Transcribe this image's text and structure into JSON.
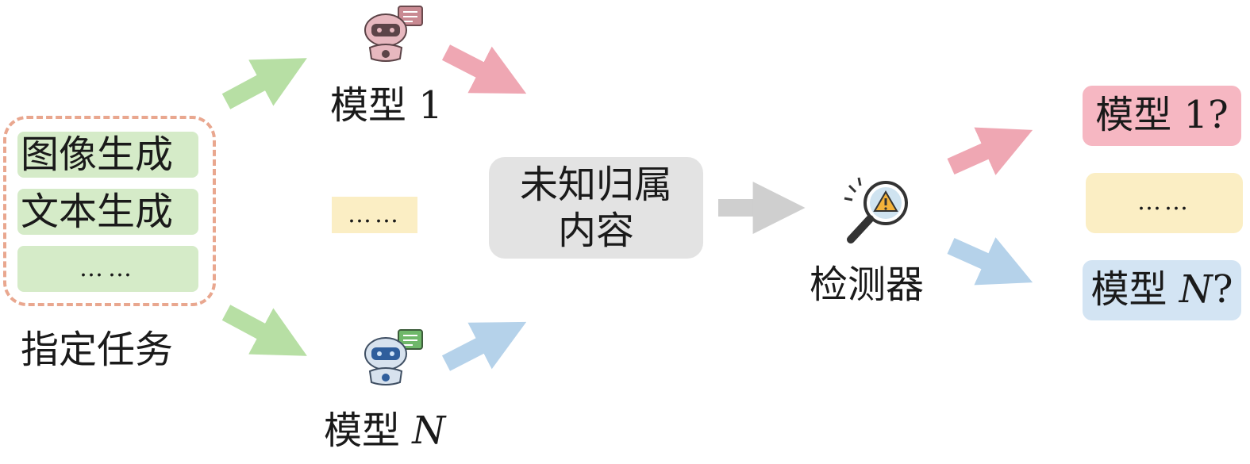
{
  "tasks": {
    "items": [
      "图像生成",
      "文本生成",
      "……"
    ],
    "caption": "指定任务"
  },
  "models": {
    "top": "模型 1",
    "middle": "……",
    "bottom_prefix": "模型 ",
    "bottom_var": "N"
  },
  "content": {
    "line1": "未知归属",
    "line2": "内容"
  },
  "detector": {
    "label": "检测器"
  },
  "results": {
    "top": "模型 1?",
    "middle": "……",
    "bottom_prefix": "模型 ",
    "bottom_var": "N",
    "bottom_suffix": "?"
  },
  "colors": {
    "green": "#b7dfa4",
    "pink": "#efa7b3",
    "blue": "#b5d2ea",
    "gray": "#cfcfcf",
    "yellow": "#fbeec4",
    "task_bg": "#d5ebc8",
    "dashed_border": "#e9a78f"
  },
  "icons": [
    "robot-icon-pink",
    "robot-icon-blue",
    "magnifier-warning-icon"
  ]
}
